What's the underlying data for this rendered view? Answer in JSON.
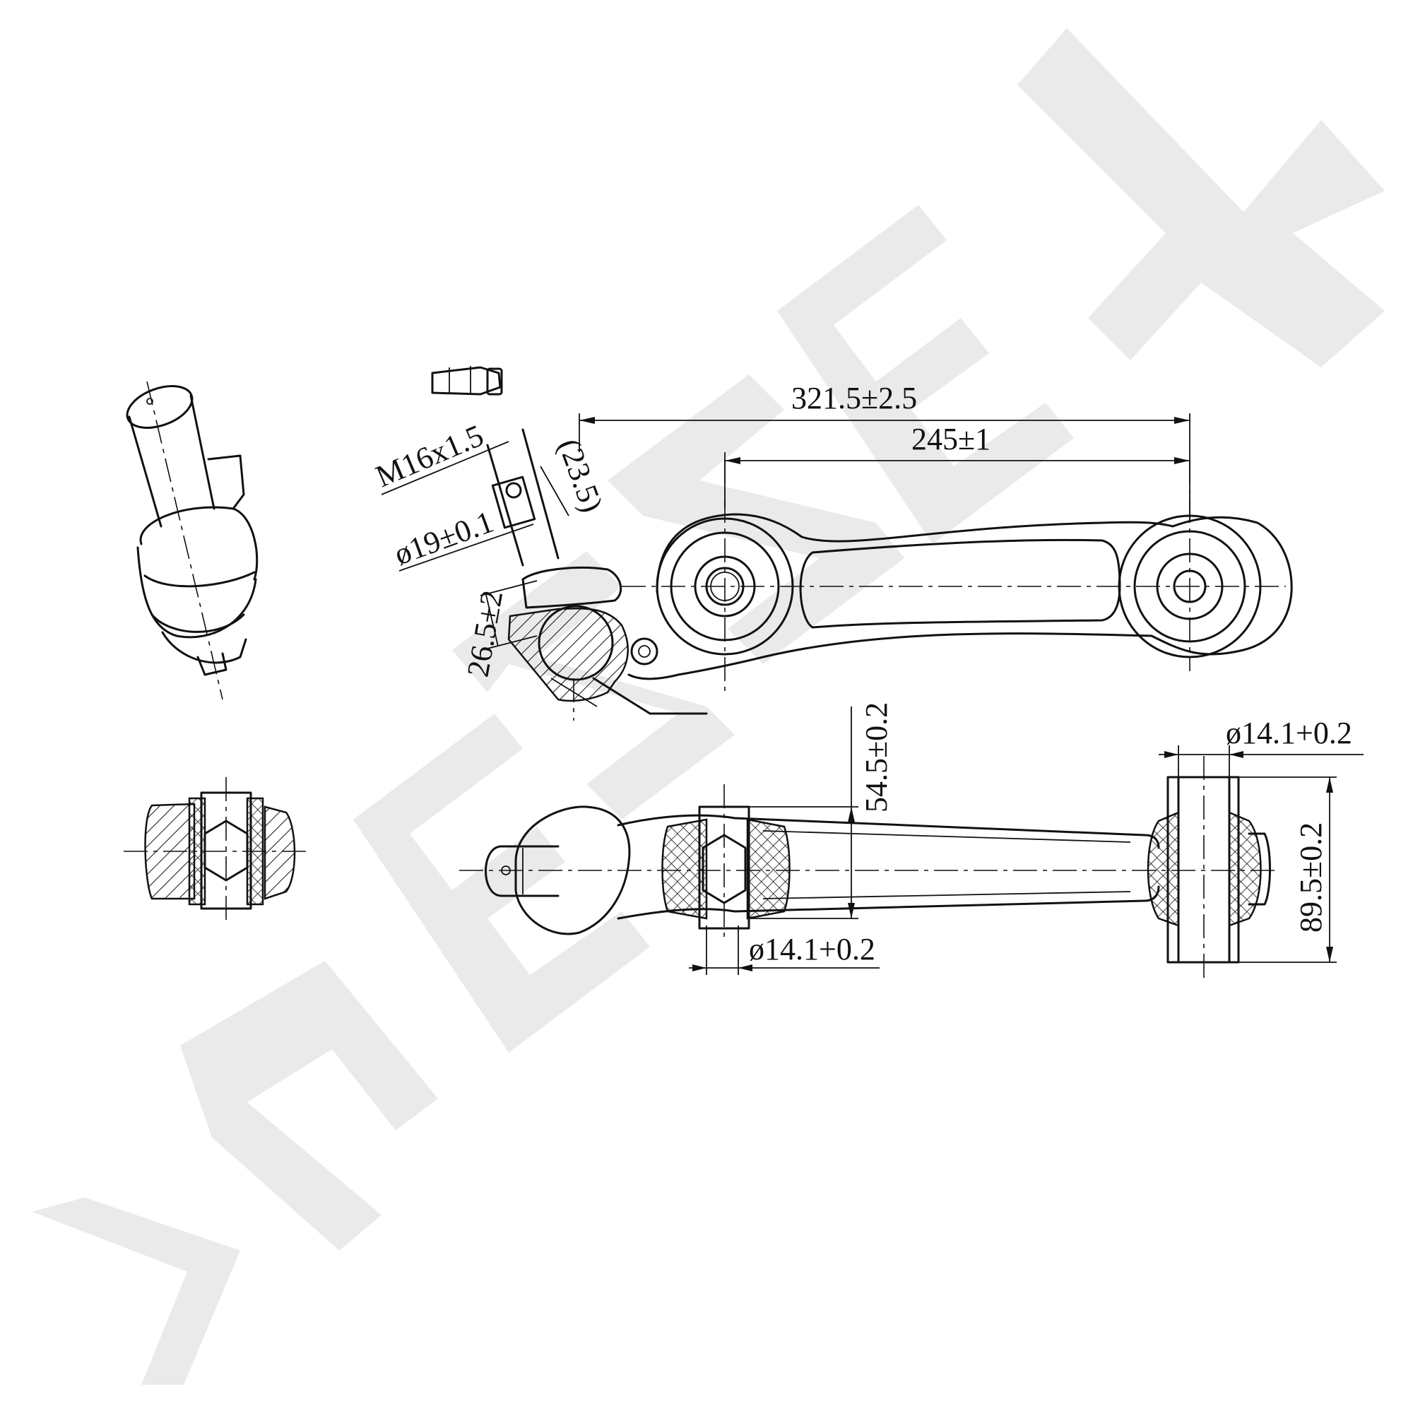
{
  "watermark": {
    "text": "ZENNEK",
    "color": "#d9d9d9"
  },
  "dimensions": {
    "overall_length": "321.5±2.5",
    "bushing_spacing": "245±1",
    "thread": "M16x1.5",
    "thread_length": "(23.5)",
    "stud_diameter": "ø19±0.1",
    "ball_height": "26.5±2",
    "front_bush_width": "54.5±0.2",
    "rear_bore_diameter": "ø14.1+0.2",
    "front_bore_diameter": "ø14.1+0.2",
    "rear_bush_width": "89.5±0.2"
  }
}
